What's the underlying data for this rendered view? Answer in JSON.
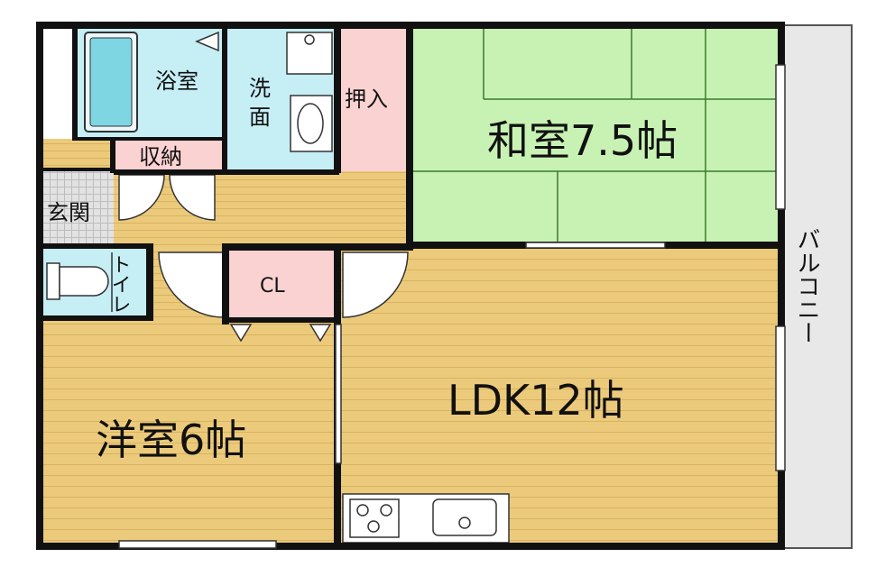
{
  "rooms": {
    "bath": "浴室",
    "washroom": "洗面",
    "oshiire": "押入",
    "storage": "収納",
    "entrance": "玄関",
    "toilet": "トイレ",
    "closet": "CL",
    "washitsu": "和室7.5帖",
    "youshitsu": "洋室6帖",
    "ldk": "LDK12帖",
    "balcony": "バルコニー"
  },
  "colors": {
    "wall": "#111111",
    "wood_floor": "#ecca7c",
    "wood_line": "#d9b35e",
    "tatami": "#c8f2b4",
    "tatami_line": "#3a7a2a",
    "wet_area": "#c6eef5",
    "storage_pink": "#fbd2d2",
    "entrance_tile": "#e2e2e2",
    "balcony": "#e8e8e8"
  }
}
